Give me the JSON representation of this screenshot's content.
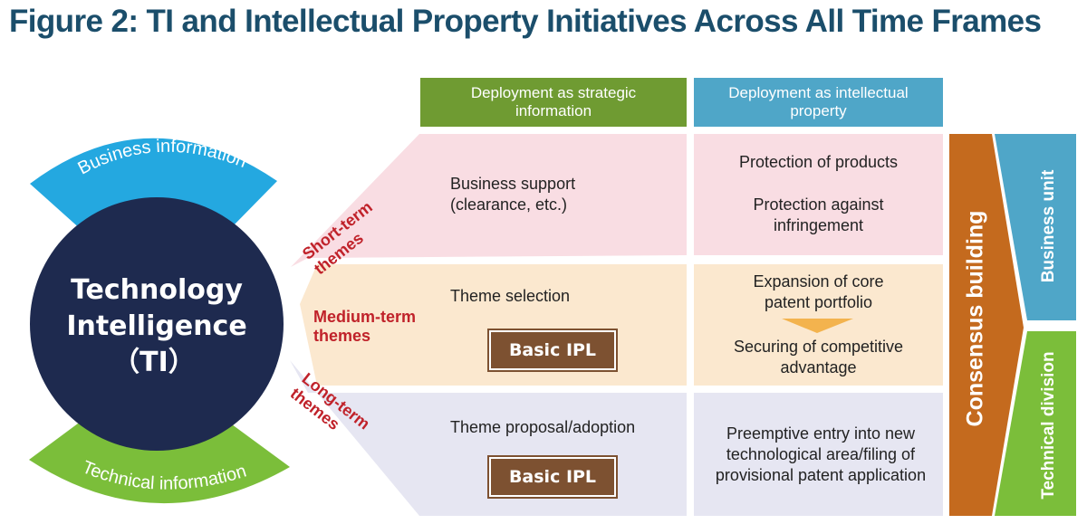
{
  "title": "Figure 2: TI and Intellectual Property Initiatives Across All Time Frames",
  "ti": {
    "line1": "Technology",
    "line2": "Intelligence",
    "line3": "（TI）",
    "business_arc_label": "Business information",
    "technical_arc_label": "Technical information"
  },
  "columns": {
    "strategic": "Deployment as strategic information",
    "ip": "Deployment as intellectual property"
  },
  "themes": {
    "short": "Short-term themes",
    "medium": "Medium-term themes",
    "long": "Long-term themes"
  },
  "rows": {
    "short": {
      "strategic": [
        "Business support",
        "(clearance, etc.)"
      ],
      "ip": [
        "Protection of products",
        "Protection against",
        "infringement"
      ]
    },
    "medium": {
      "strategic": "Theme selection",
      "ipl": "Basic IPL",
      "ip_top": [
        "Expansion of core",
        "patent portfolio"
      ],
      "ip_bottom": [
        "Securing of competitive",
        "advantage"
      ]
    },
    "long": {
      "strategic": "Theme proposal/adoption",
      "ipl": "Basic IPL",
      "ip": [
        "Preemptive entry into new",
        "technological area/filing of",
        "provisional patent application"
      ]
    }
  },
  "consensus": "Consensus building",
  "units": {
    "business": "Business unit",
    "technical": "Technical division"
  },
  "colors": {
    "title": "#1b4e6b",
    "circle": "#1e2a4f",
    "business_arc": "#24a8e0",
    "technical_arc": "#7bbe3a",
    "header_green": "#6f9b32",
    "header_blue": "#4fa6c8",
    "short_row": "#f9dde3",
    "medium_row": "#fbe8cf",
    "long_row": "#e6e6f2",
    "consensus": "#c46a1e",
    "business_unit": "#4fa6c8",
    "technical_division": "#7bbe3a",
    "ipl": "#7d5131",
    "theme_text": "#c0222a"
  }
}
